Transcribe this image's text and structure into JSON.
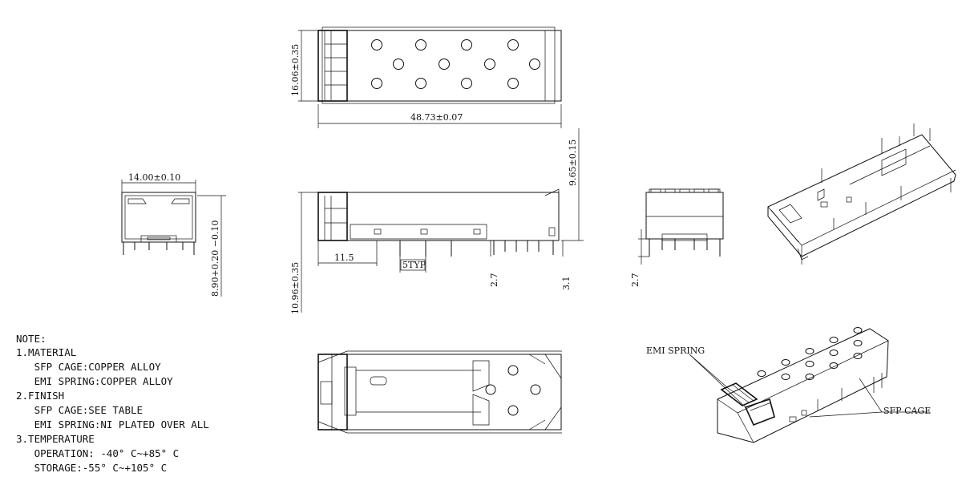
{
  "dimensions": {
    "top_height": "16.06±0.35",
    "top_length": "48.73±0.07",
    "front_width": "14.00±0.10",
    "front_height": "8.90+0.20 −0.10",
    "side_pin_height": "9.65±0.15",
    "side_total_height": "10.96±0.35",
    "side_offset": "11.5",
    "side_pitch": "5TYP",
    "side_pin_len_a": "2.7",
    "side_pin_len_b": "3.1",
    "rear_pin_len": "2.7"
  },
  "labels": {
    "emi_spring": "EMI SPRING",
    "sfp_cage": "SFP CAGE"
  },
  "notes": {
    "title": "NOTE:",
    "items": [
      "1.MATERIAL",
      "   SFP CAGE:COPPER ALLOY",
      "   EMI SPRING:COPPER ALLOY",
      "2.FINISH",
      "   SFP CAGE:SEE TABLE",
      "   EMI SPRING:NI PLATED OVER ALL",
      "3.TEMPERATURE",
      "   OPERATION: -40° C~+85° C",
      "   STORAGE:-55° C~+105° C"
    ]
  }
}
